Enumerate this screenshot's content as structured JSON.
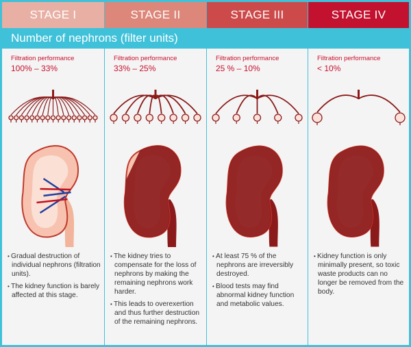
{
  "stages": [
    {
      "title": "STAGE I",
      "color": "#e8b0a5",
      "perf_label": "Filtration performance",
      "perf_value": "100% – 33%",
      "nephrons": 17,
      "damage": 0,
      "bullets": [
        "Gradual destruction of individual nephrons (filtration units).",
        "The kidney function is barely affected at this stage."
      ]
    },
    {
      "title": "STAGE II",
      "color": "#dc877a",
      "perf_label": "Filtration performance",
      "perf_value": "33% – 25%",
      "nephrons": 8,
      "damage": 0.5,
      "bullets": [
        "The kidney tries to compensate for the loss of nephrons by making the remaining nephrons work harder.",
        "This leads to overexertion and thus further destruction of the remaining nephrons."
      ]
    },
    {
      "title": "STAGE III",
      "color": "#cd4a4b",
      "perf_label": "Filtration performance",
      "perf_value": "25 % – 10%",
      "nephrons": 5,
      "damage": 0.75,
      "bullets": [
        "At least 75 % of the nephrons are irreversibly destroyed.",
        "Blood tests may find abnormal kidney function and metabolic values."
      ]
    },
    {
      "title": "STAGE IV",
      "color": "#c2122f",
      "perf_label": "Filtration performance",
      "perf_value": "< 10%",
      "nephrons": 2,
      "damage": 0.95,
      "bullets": [
        "Kidney function is only minimally present, so toxic waste products can no longer be removed from the body."
      ]
    }
  ],
  "banner": "Number of nephrons (filter units)",
  "colors": {
    "accent": "#3fc1d9",
    "text_red": "#c8102e",
    "vessel": "#8b1a1a"
  }
}
